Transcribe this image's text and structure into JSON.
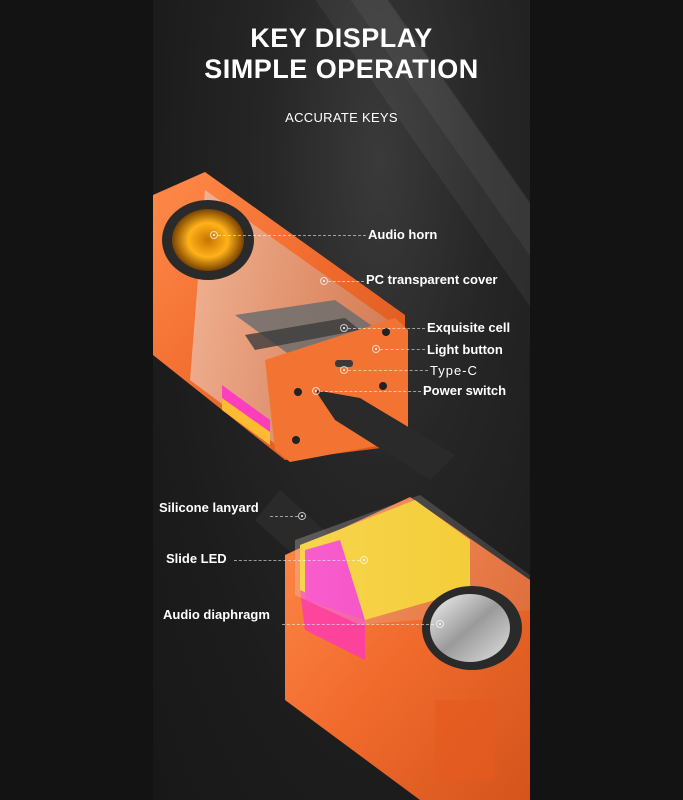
{
  "heading": {
    "line1": "KEY DISPLAY",
    "line2": "SIMPLE OPERATION",
    "subtitle": "ACCURATE KEYS"
  },
  "callouts": {
    "audio_horn": "Audio horn",
    "pc_cover": "PC transparent cover",
    "exquisite_cell": "Exquisite cell",
    "light_button": "Light button",
    "type_c": "Type-C",
    "power_switch": "Power switch",
    "silicone_lanyard": "Silicone lanyard",
    "slide_led": "Slide LED",
    "audio_diaphragm": "Audio diaphragm"
  },
  "colors": {
    "body_orange": "#f06a2c",
    "led_yellow": "#ffd21a",
    "led_magenta": "#ff2fc8",
    "lanyard": "#2a2a2a"
  }
}
